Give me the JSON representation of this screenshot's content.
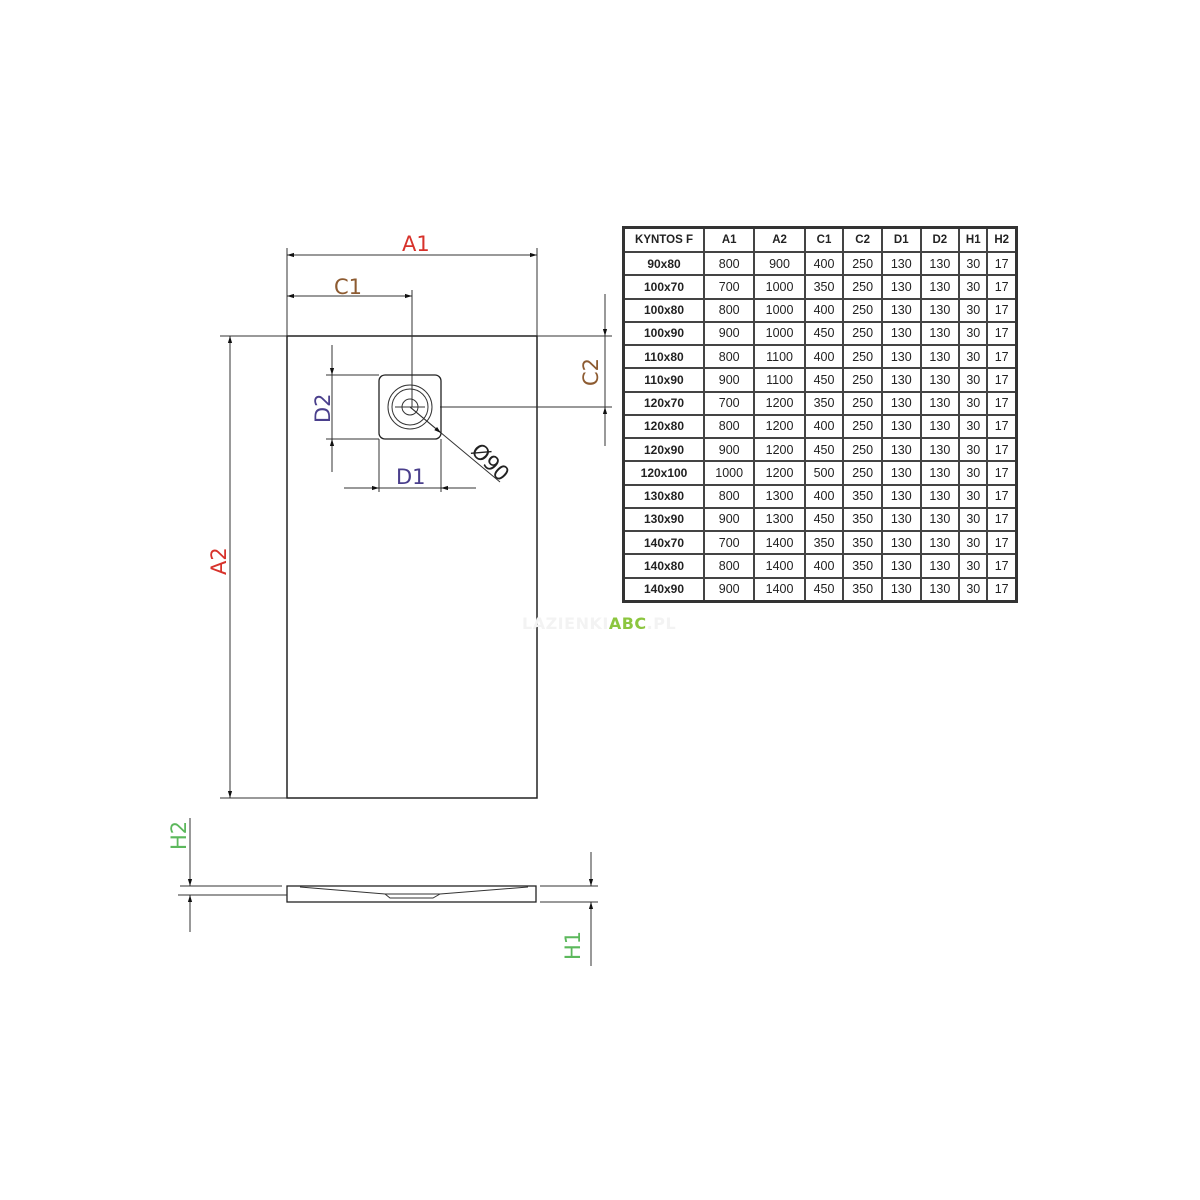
{
  "drawing": {
    "labels": {
      "A1": "A1",
      "A2": "A2",
      "C1": "C1",
      "C2": "C2",
      "D1": "D1",
      "D2": "D2",
      "H1": "H1",
      "H2": "H2",
      "diameter": "Ø90"
    },
    "colors": {
      "A": "#d7322b",
      "C": "#8d5b31",
      "D": "#4a3f8c",
      "H": "#5cb85c"
    }
  },
  "table": {
    "headers": [
      "KYNTOS F",
      "A1",
      "A2",
      "C1",
      "C2",
      "D1",
      "D2",
      "H1",
      "H2"
    ],
    "rows": [
      [
        "90x80",
        "800",
        "900",
        "400",
        "250",
        "130",
        "130",
        "30",
        "17"
      ],
      [
        "100x70",
        "700",
        "1000",
        "350",
        "250",
        "130",
        "130",
        "30",
        "17"
      ],
      [
        "100x80",
        "800",
        "1000",
        "400",
        "250",
        "130",
        "130",
        "30",
        "17"
      ],
      [
        "100x90",
        "900",
        "1000",
        "450",
        "250",
        "130",
        "130",
        "30",
        "17"
      ],
      [
        "110x80",
        "800",
        "1100",
        "400",
        "250",
        "130",
        "130",
        "30",
        "17"
      ],
      [
        "110x90",
        "900",
        "1100",
        "450",
        "250",
        "130",
        "130",
        "30",
        "17"
      ],
      [
        "120x70",
        "700",
        "1200",
        "350",
        "250",
        "130",
        "130",
        "30",
        "17"
      ],
      [
        "120x80",
        "800",
        "1200",
        "400",
        "250",
        "130",
        "130",
        "30",
        "17"
      ],
      [
        "120x90",
        "900",
        "1200",
        "450",
        "250",
        "130",
        "130",
        "30",
        "17"
      ],
      [
        "120x100",
        "1000",
        "1200",
        "500",
        "250",
        "130",
        "130",
        "30",
        "17"
      ],
      [
        "130x80",
        "800",
        "1300",
        "400",
        "350",
        "130",
        "130",
        "30",
        "17"
      ],
      [
        "130x90",
        "900",
        "1300",
        "450",
        "350",
        "130",
        "130",
        "30",
        "17"
      ],
      [
        "140x70",
        "700",
        "1400",
        "350",
        "350",
        "130",
        "130",
        "30",
        "17"
      ],
      [
        "140x80",
        "800",
        "1400",
        "400",
        "350",
        "130",
        "130",
        "30",
        "17"
      ],
      [
        "140x90",
        "900",
        "1400",
        "450",
        "350",
        "130",
        "130",
        "30",
        "17"
      ]
    ]
  },
  "watermark": {
    "prefix": "LAZIENKI",
    "brand": "ABC",
    "suffix": ".PL"
  }
}
